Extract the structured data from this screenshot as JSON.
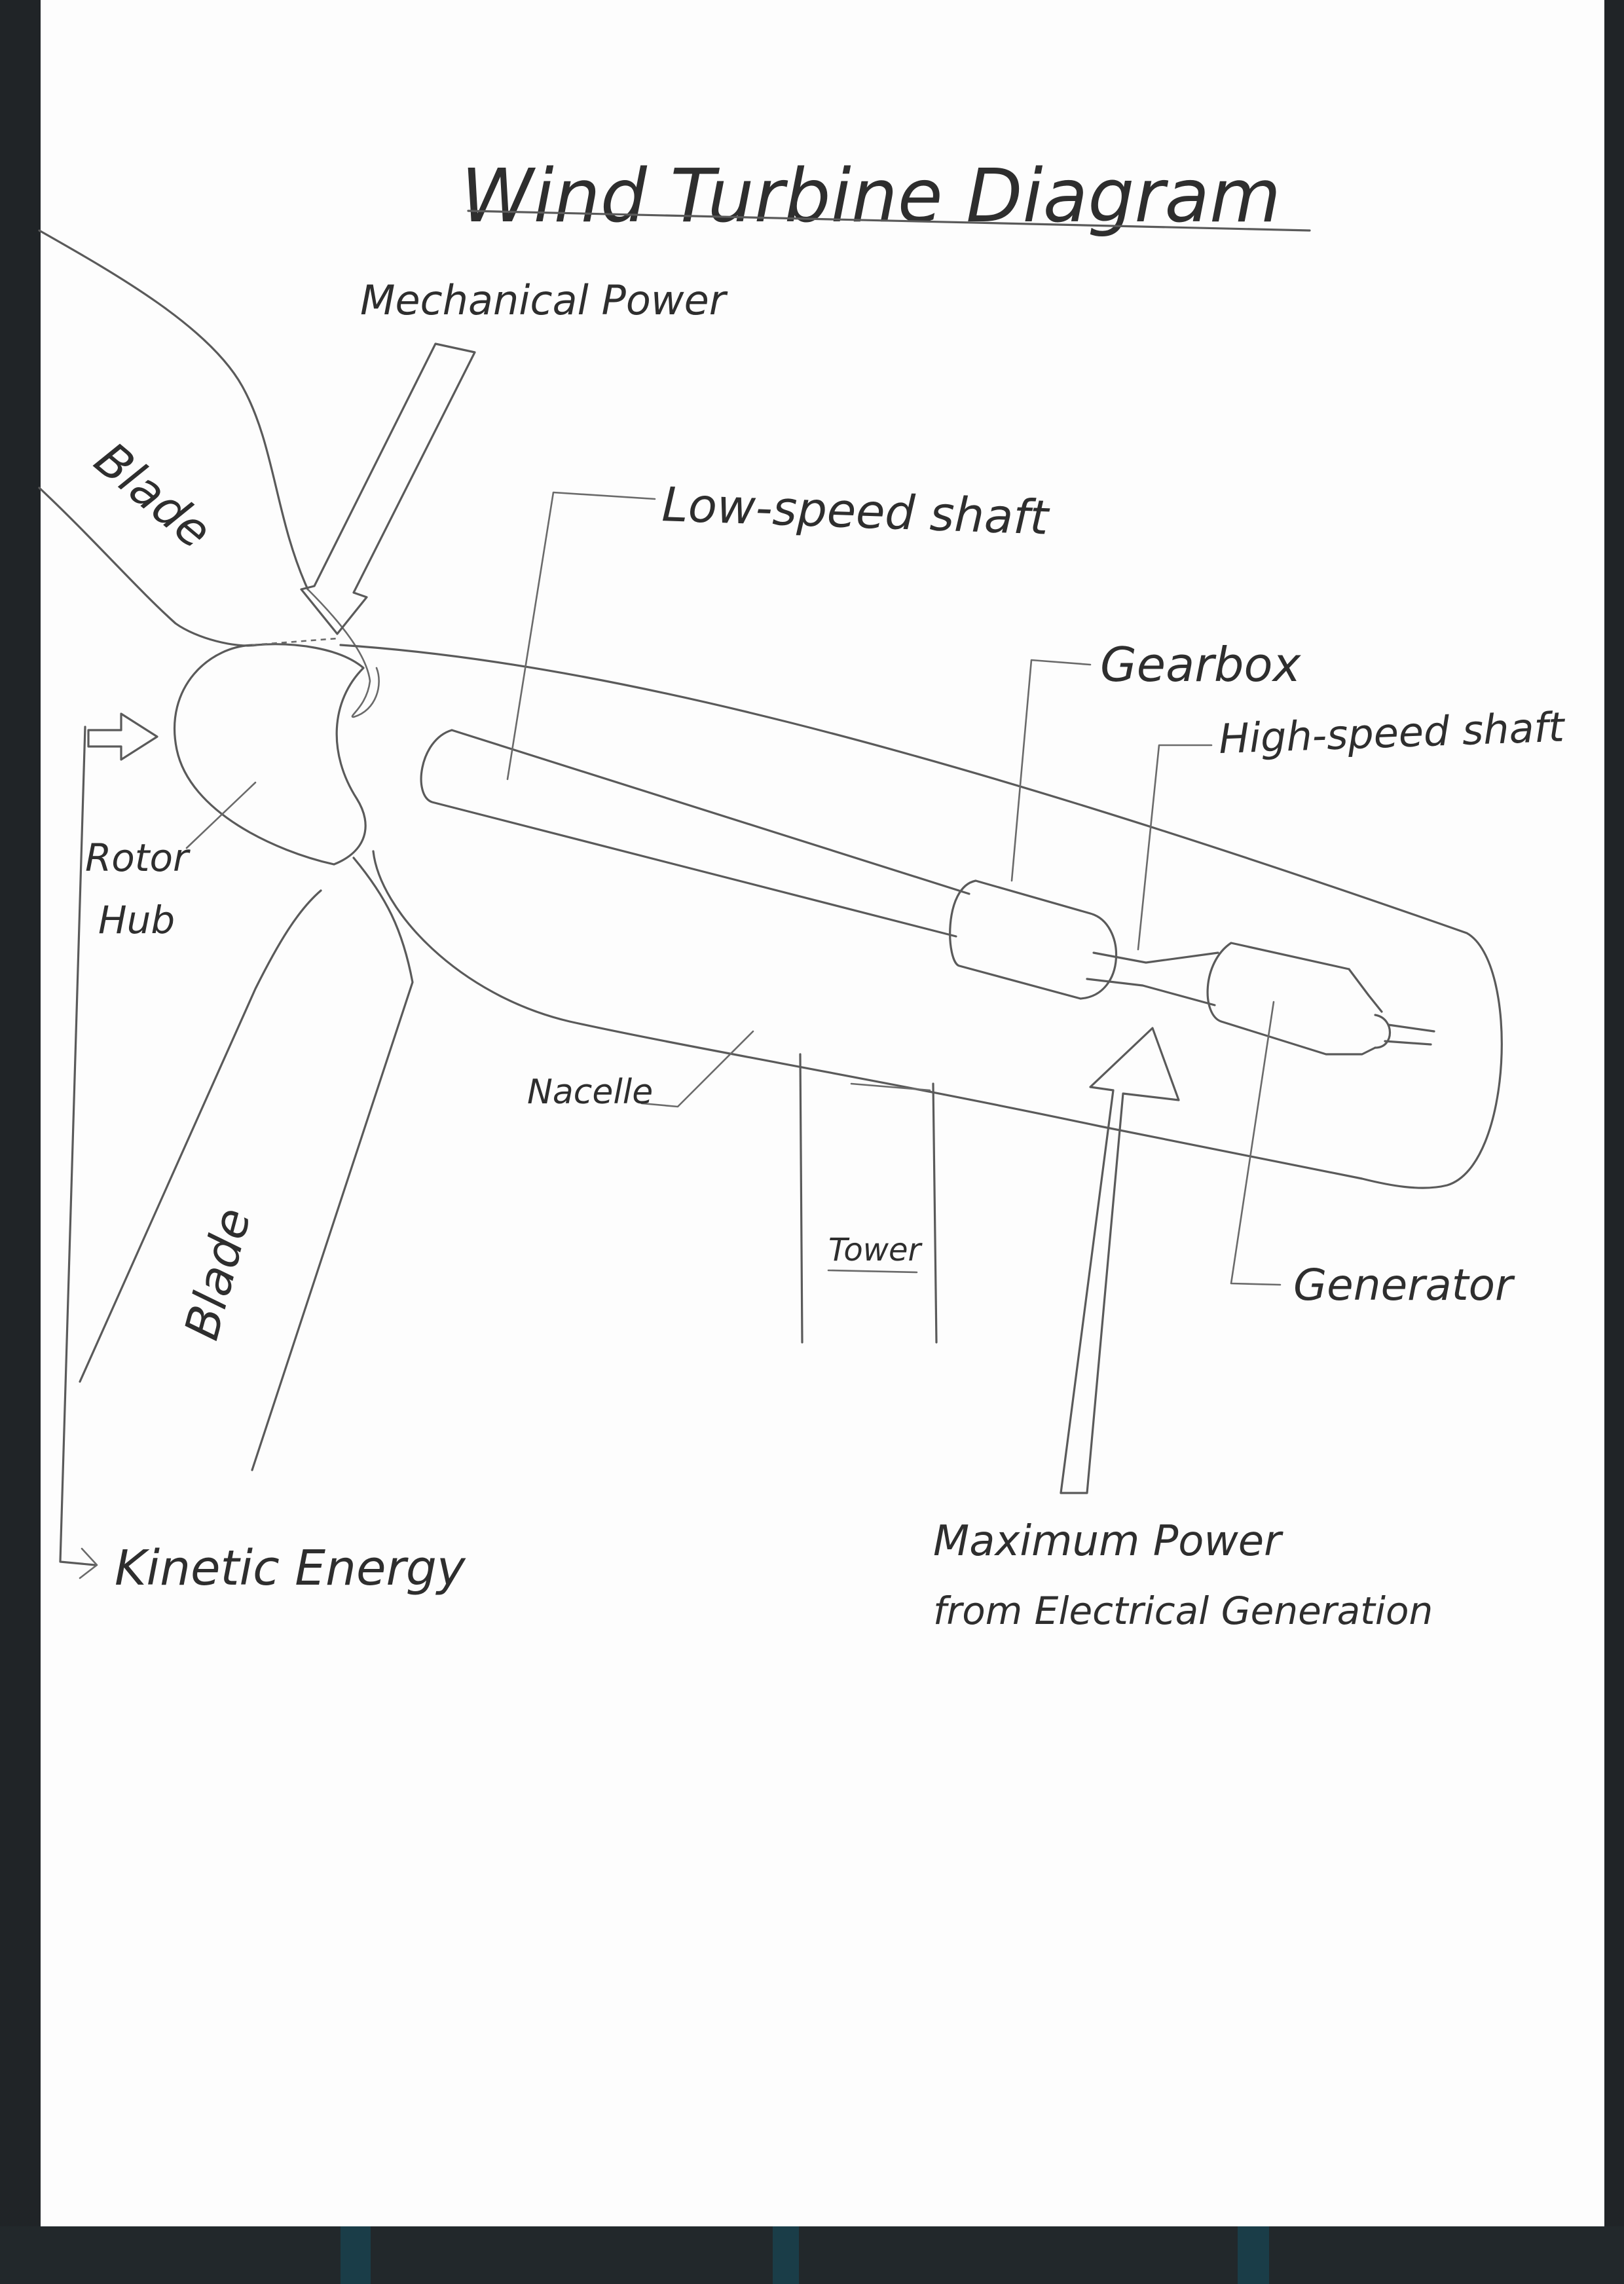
{
  "title": "Wind Turbine Diagram",
  "labels": {
    "mechanical_power": "Mechanical Power",
    "blade_top": "Blade",
    "low_speed_shaft": "Low-speed shaft",
    "gearbox": "Gearbox",
    "high_speed_shaft": "High-speed shaft",
    "rotor_hub_line1": "Rotor",
    "rotor_hub_line2": "Hub",
    "nacelle": "Nacelle",
    "blade_bottom": "Blade",
    "tower": "Tower",
    "generator": "Generator",
    "kinetic_energy": "Kinetic Energy",
    "maximum_power_line1": "Maximum Power",
    "maximum_power_line2": "from Electrical Generation"
  },
  "colors": {
    "paper": "#fdfdfd",
    "ink": "#2e2e2e",
    "pencil": "#5a5a5a",
    "scanner_border": "#202427",
    "scanner_accent": "#1a3d48"
  }
}
